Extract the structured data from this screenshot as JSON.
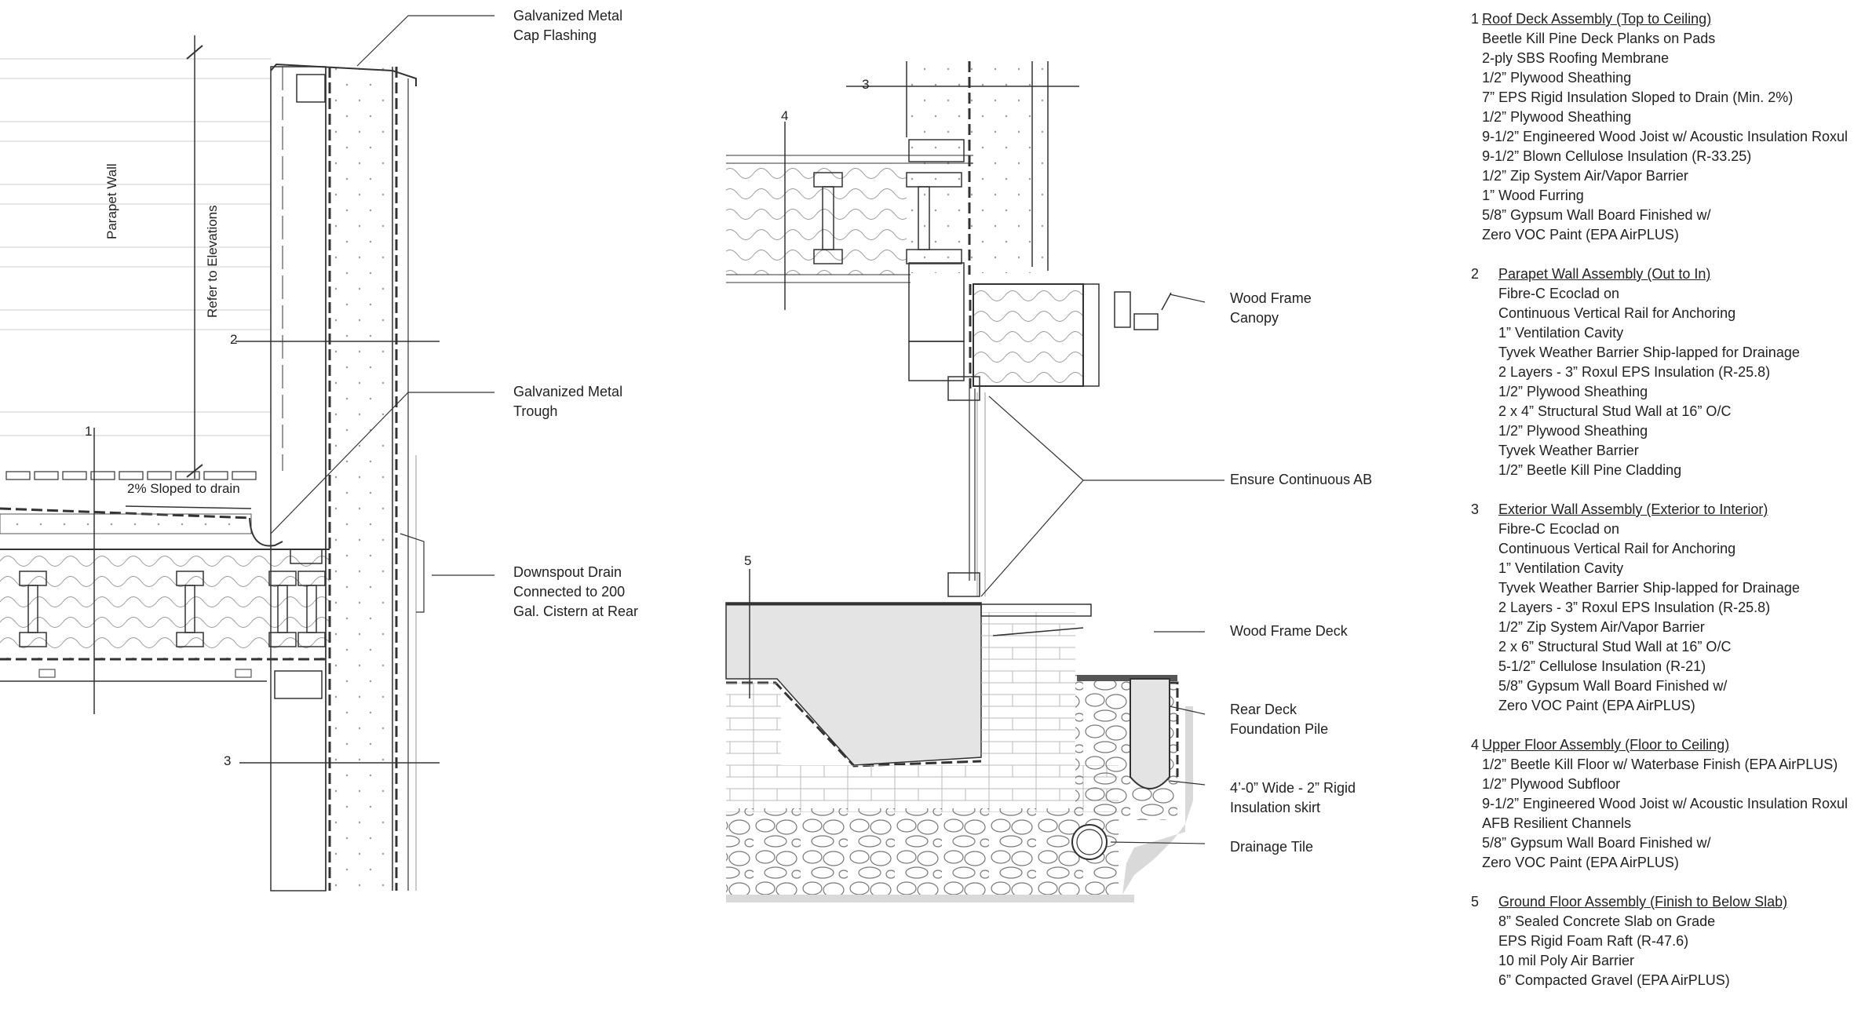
{
  "section_numbers": [
    "1",
    "2",
    "3",
    "3",
    "4",
    "5"
  ],
  "slope_text": "2% Sloped to drain",
  "vertical_labels": {
    "parapet": "Parapet Wall",
    "refer": "Refer to Elevations"
  },
  "callouts": [
    {
      "id": "cap-flashing",
      "lines": [
        "Galvanized Metal",
        "Cap Flashing"
      ]
    },
    {
      "id": "trough",
      "lines": [
        "Galvanized Metal",
        "Trough"
      ]
    },
    {
      "id": "downspout",
      "lines": [
        "Downspout Drain",
        "Connected to 200",
        "Gal. Cistern at Rear"
      ]
    },
    {
      "id": "canopy",
      "lines": [
        "Wood Frame",
        "Canopy"
      ]
    },
    {
      "id": "ab",
      "lines": [
        "Ensure Continuous AB"
      ]
    },
    {
      "id": "deck",
      "lines": [
        "Wood Frame Deck"
      ]
    },
    {
      "id": "pile",
      "lines": [
        "Rear Deck",
        "Foundation Pile"
      ]
    },
    {
      "id": "skirt",
      "lines": [
        "4’-0” Wide - 2” Rigid",
        "Insulation skirt"
      ]
    },
    {
      "id": "tile",
      "lines": [
        "Drainage Tile"
      ]
    }
  ],
  "assemblies": [
    {
      "num": "1",
      "title": "Roof Deck Assembly (Top to Ceiling)",
      "lines": [
        "Beetle Kill Pine Deck Planks on Pads",
        "2-ply SBS Roofing Membrane",
        "1/2” Plywood Sheathing",
        "7” EPS Rigid Insulation Sloped to Drain (Min. 2%)",
        "1/2” Plywood Sheathing",
        "9-1/2” Engineered Wood Joist w/ Acoustic Insulation Roxul",
        "9-1/2” Blown Cellulose Insulation (R-33.25)",
        "1/2” Zip System Air/Vapor Barrier",
        "1” Wood Furring",
        "5/8” Gypsum Wall Board Finished w/",
        "Zero VOC Paint (EPA  AirPLUS)"
      ]
    },
    {
      "num": "2",
      "title": "Parapet Wall Assembly (Out to In)",
      "lines": [
        "Fibre-C Ecoclad on",
        "Continuous Vertical Rail for Anchoring",
        "1” Ventilation Cavity",
        "Tyvek Weather Barrier Ship-lapped for Drainage",
        "2 Layers - 3” Roxul EPS Insulation (R-25.8)",
        "1/2” Plywood Sheathing",
        "2 x 4” Structural Stud Wall at 16” O/C",
        "1/2” Plywood Sheathing",
        "Tyvek Weather Barrier",
        "1/2” Beetle Kill Pine Cladding"
      ]
    },
    {
      "num": "3",
      "title": "Exterior Wall Assembly (Exterior to Interior)",
      "lines": [
        "Fibre-C Ecoclad on",
        "Continuous Vertical Rail for Anchoring",
        "1” Ventilation Cavity",
        "Tyvek Weather Barrier Ship-lapped for Drainage",
        "2 Layers - 3” Roxul EPS Insulation (R-25.8)",
        "1/2” Zip System Air/Vapor Barrier",
        "2 x 6” Structural Stud Wall at 16” O/C",
        "5-1/2” Cellulose Insulation (R-21)",
        "5/8” Gypsum Wall Board Finished w/",
        "Zero VOC Paint (EPA  AirPLUS)"
      ]
    },
    {
      "num": "4",
      "title": "Upper Floor Assembly (Floor to Ceiling)",
      "lines": [
        "1/2” Beetle Kill Floor w/ Waterbase Finish (EPA AirPLUS)",
        "1/2” Plywood Subfloor",
        "9-1/2” Engineered Wood Joist w/ Acoustic Insulation Roxul",
        "AFB Resilient Channels",
        "5/8” Gypsum Wall Board Finished w/",
        "Zero VOC Paint (EPA  AirPLUS)"
      ]
    },
    {
      "num": "5",
      "title": "Ground Floor Assembly (Finish to Below Slab)",
      "lines": [
        "8” Sealed Concrete Slab on Grade",
        "EPS Rigid Foam Raft (R-47.6)",
        "10 mil Poly Air Barrier",
        "6” Compacted Gravel (EPA  AirPLUS)"
      ]
    }
  ]
}
